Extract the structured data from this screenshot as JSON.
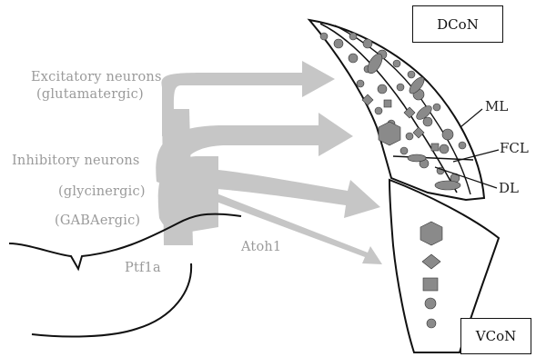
{
  "labels": {
    "excitatory_line1": "Excitatory neurons",
    "excitatory_line2": "(glutamatergic)",
    "inhibitory_line1": "Inhibitory neurons",
    "inhibitory_line2": "(glycinergic)",
    "inhibitory_line3": "(GABAergic)",
    "ptf1a": "Ptf1a",
    "atoh1": "Atoh1",
    "dcon": "DCoN",
    "vcon": "VCoN",
    "ml": "ML",
    "fcl": "FCL",
    "dl": "DL"
  },
  "colors": {
    "arrow_gray": "#c6c6c6",
    "label_gray": "#9a9a9a",
    "cell_fill": "#8a8a8a",
    "outline": "#111111"
  }
}
